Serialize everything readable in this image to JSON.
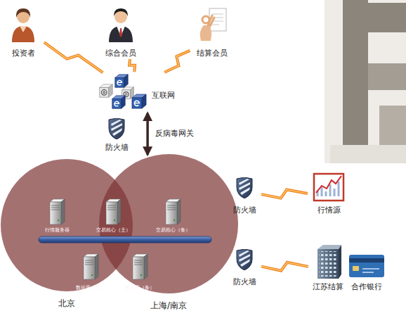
{
  "diagram": {
    "nodes": [
      {
        "text": [
          "投资者"
        ]
      },
      {
        "text": [
          "综合会员"
        ]
      },
      {
        "text": [
          "结算会员"
        ]
      },
      {
        "text": [
          "互联网"
        ]
      },
      {
        "text": [
          "防火墙"
        ]
      },
      {
        "text": [
          "北京"
        ]
      },
      {
        "text": [
          "行情服务器"
        ],
        "in": 5
      },
      {
        "text": [
          "交易核心（主）"
        ],
        "in": 5
      },
      {
        "text": [
          "数据库（主）"
        ],
        "in": 5
      },
      {
        "text": [
          "上海/南京"
        ]
      },
      {
        "text": [
          "交易核心（备）"
        ],
        "in": 9
      },
      {
        "text": [
          "数据库（备）"
        ],
        "in": 9
      },
      {
        "text": [
          "防火墙"
        ]
      },
      {
        "text": [
          "行情源"
        ]
      },
      {
        "text": [
          "防火墙"
        ]
      },
      {
        "text": [
          "江苏结算"
        ]
      },
      {
        "text": [
          "合作银行"
        ]
      }
    ],
    "edges": [
      {
        "from": 0,
        "to": 3,
        "arrow": "none"
      },
      {
        "from": 1,
        "to": 3,
        "arrow": "none"
      },
      {
        "from": 2,
        "to": 3,
        "arrow": "none"
      },
      {
        "from": 3,
        "to": 9,
        "label": "反病毒网关",
        "arrow": "both"
      },
      {
        "from": 12,
        "to": 13,
        "arrow": "none"
      },
      {
        "from": 14,
        "to": 15,
        "arrow": "none"
      }
    ]
  }
}
